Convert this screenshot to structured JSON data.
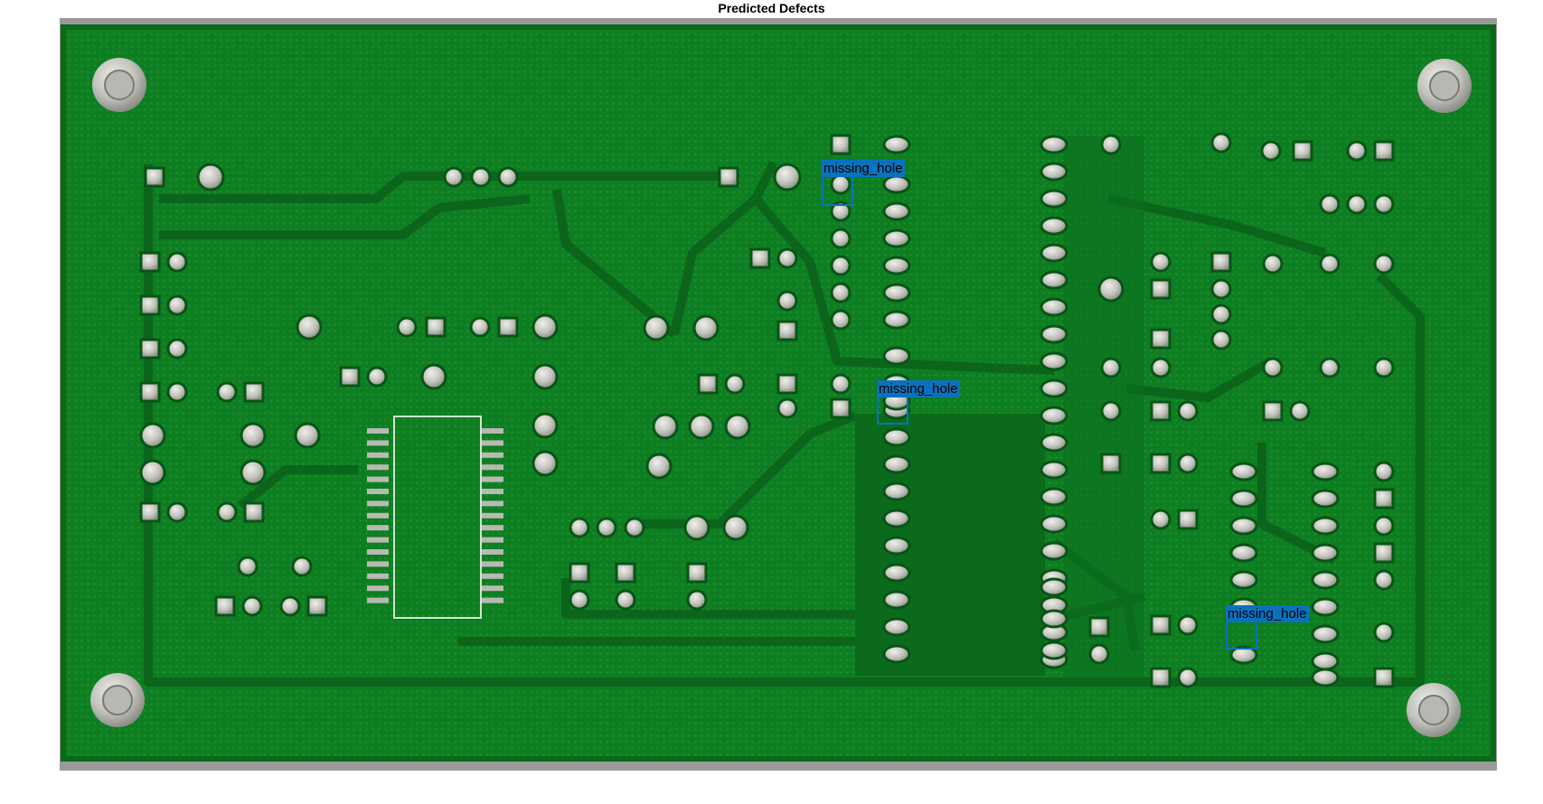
{
  "figure": {
    "title": "Predicted Defects"
  },
  "detections": [
    {
      "id": "det-1",
      "label": "missing_hole"
    },
    {
      "id": "det-2",
      "label": "missing_hole"
    },
    {
      "id": "det-3",
      "label": "missing_hole"
    }
  ],
  "colors": {
    "board_green": "#0f7d22",
    "board_trace": "#0d6a1d",
    "pad_silver": "#c9c9c4",
    "photo_background": "#9a9a9a",
    "box_blue": "#0a72bd"
  }
}
